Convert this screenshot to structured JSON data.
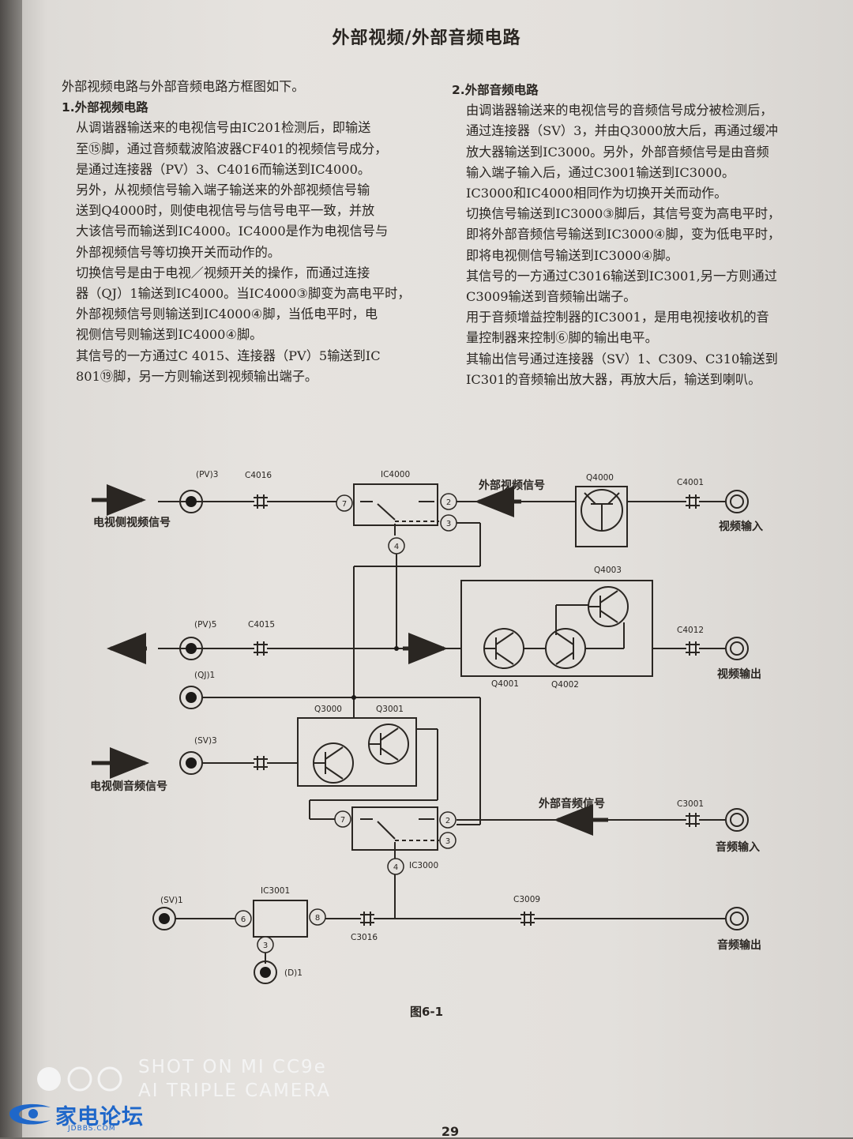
{
  "page": {
    "title": "外部视频/外部音频电路",
    "figure_caption": "图6-1",
    "page_number": "29"
  },
  "left_column": {
    "intro": "外部视频电路与外部音频电路方框图如下。",
    "heading": "1.外部视频电路",
    "lines": [
      "从调谐器输送来的电视信号由IC201检测后，即输送",
      "至⑮脚，通过音频载波陷波器CF401的视频信号成分，",
      "是通过连接器（PV）3、C4016而输送到IC4000。",
      "另外，从视频信号输入端子输送来的外部视频信号输",
      "送到Q4000时，则使电视信号与信号电平一致，并放",
      "大该信号而输送到IC4000。IC4000是作为电视信号与",
      "外部视频信号等切换开关而动作的。",
      "切换信号是由于电视／视频开关的操作，而通过连接",
      "器（QJ）1输送到IC4000。当IC4000③脚变为高电平时，",
      "外部视频信号则输送到IC4000④脚，当低电平时，电",
      "视侧信号则输送到IC4000④脚。",
      "其信号的一方通过C 4015、连接器（PV）5输送到IC",
      "801⑲脚，另一方则输送到视频输出端子。"
    ]
  },
  "right_column": {
    "heading": "2.外部音频电路",
    "lines": [
      "由调谐器输送来的电视信号的音频信号成分被检测后，",
      "通过连接器（SV）3，并由Q3000放大后，再通过缓冲",
      "放大器输送到IC3000。另外，外部音频信号是由音频",
      "输入端子输入后，通过C3001输送到IC3000。",
      "IC3000和IC4000相同作为切换开关而动作。",
      "切换信号输送到IC3000③脚后，其信号变为高电平时，",
      "即将外部音频信号输送到IC3000④脚，变为低电平时，",
      "即将电视侧信号输送到IC3000④脚。",
      "其信号的一方通过C3016输送到IC3001,另一方则通过",
      "C3009输送到音频输出端子。",
      "用于音频增益控制器的IC3001，是用电视接收机的音",
      "量控制器来控制⑥脚的输出电平。",
      "其输出信号通过连接器（SV）1、C309、C310输送到",
      "IC301的音频输出放大器，再放大后，输送到喇叭。"
    ]
  },
  "diagram": {
    "connectors": {
      "pv3": "(PV)3",
      "pv5": "(PV)5",
      "qj1": "(QJ)1",
      "sv3": "(SV)3",
      "sv1": "(SV)1",
      "d1": "(D)1"
    },
    "capacitors": {
      "c4016": "C4016",
      "c4015": "C4015",
      "c4001": "C4001",
      "c4012": "C4012",
      "c3001": "C3001",
      "c3016": "C3016",
      "c3009": "C3009"
    },
    "ics": {
      "ic4000": "IC4000",
      "ic3000": "IC3000",
      "ic3001": "IC3001"
    },
    "transistors": {
      "q4000": "Q4000",
      "q4003": "Q4003",
      "q4001": "Q4001",
      "q4002": "Q4002",
      "q3000": "Q3000",
      "q3001": "Q3001"
    },
    "signals": {
      "tv_video": "电视侧视频信号",
      "ext_video": "外部视频信号",
      "video_in": "视频输入",
      "video_out": "视频输出",
      "tv_audio": "电视侧音频信号",
      "ext_audio": "外部音频信号",
      "audio_in": "音频输入",
      "audio_out": "音频输出"
    },
    "pins": {
      "p2": "2",
      "p3": "3",
      "p4": "4",
      "p6": "6",
      "p7": "7",
      "p8": "8"
    }
  },
  "watermark": {
    "line1": "SHOT ON MI CC9e",
    "line2": "AI TRIPLE CAMERA",
    "brand": "家电论坛",
    "site": "JDBBS.COM"
  }
}
